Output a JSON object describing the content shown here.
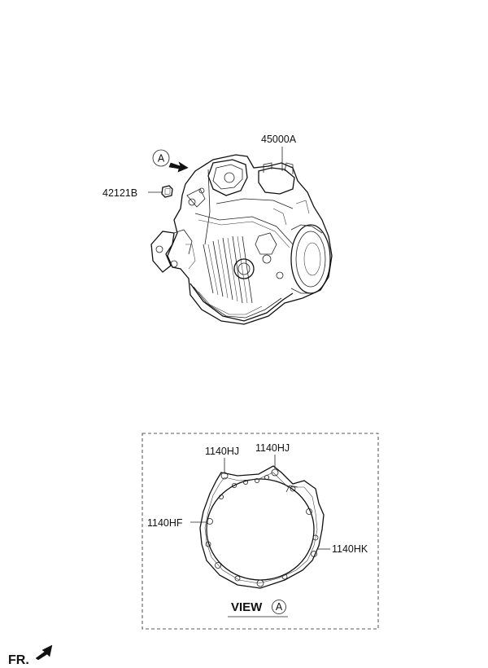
{
  "view_marker": "A",
  "parts": {
    "transaxle": "45000A",
    "bolt": "42121B"
  },
  "view_box": {
    "title": "VIEW",
    "marker": "A",
    "labels": {
      "hj_left": "1140HJ",
      "hj_right": "1140HJ",
      "hf": "1140HF",
      "hk": "1140HK"
    }
  },
  "front_indicator": "FR."
}
